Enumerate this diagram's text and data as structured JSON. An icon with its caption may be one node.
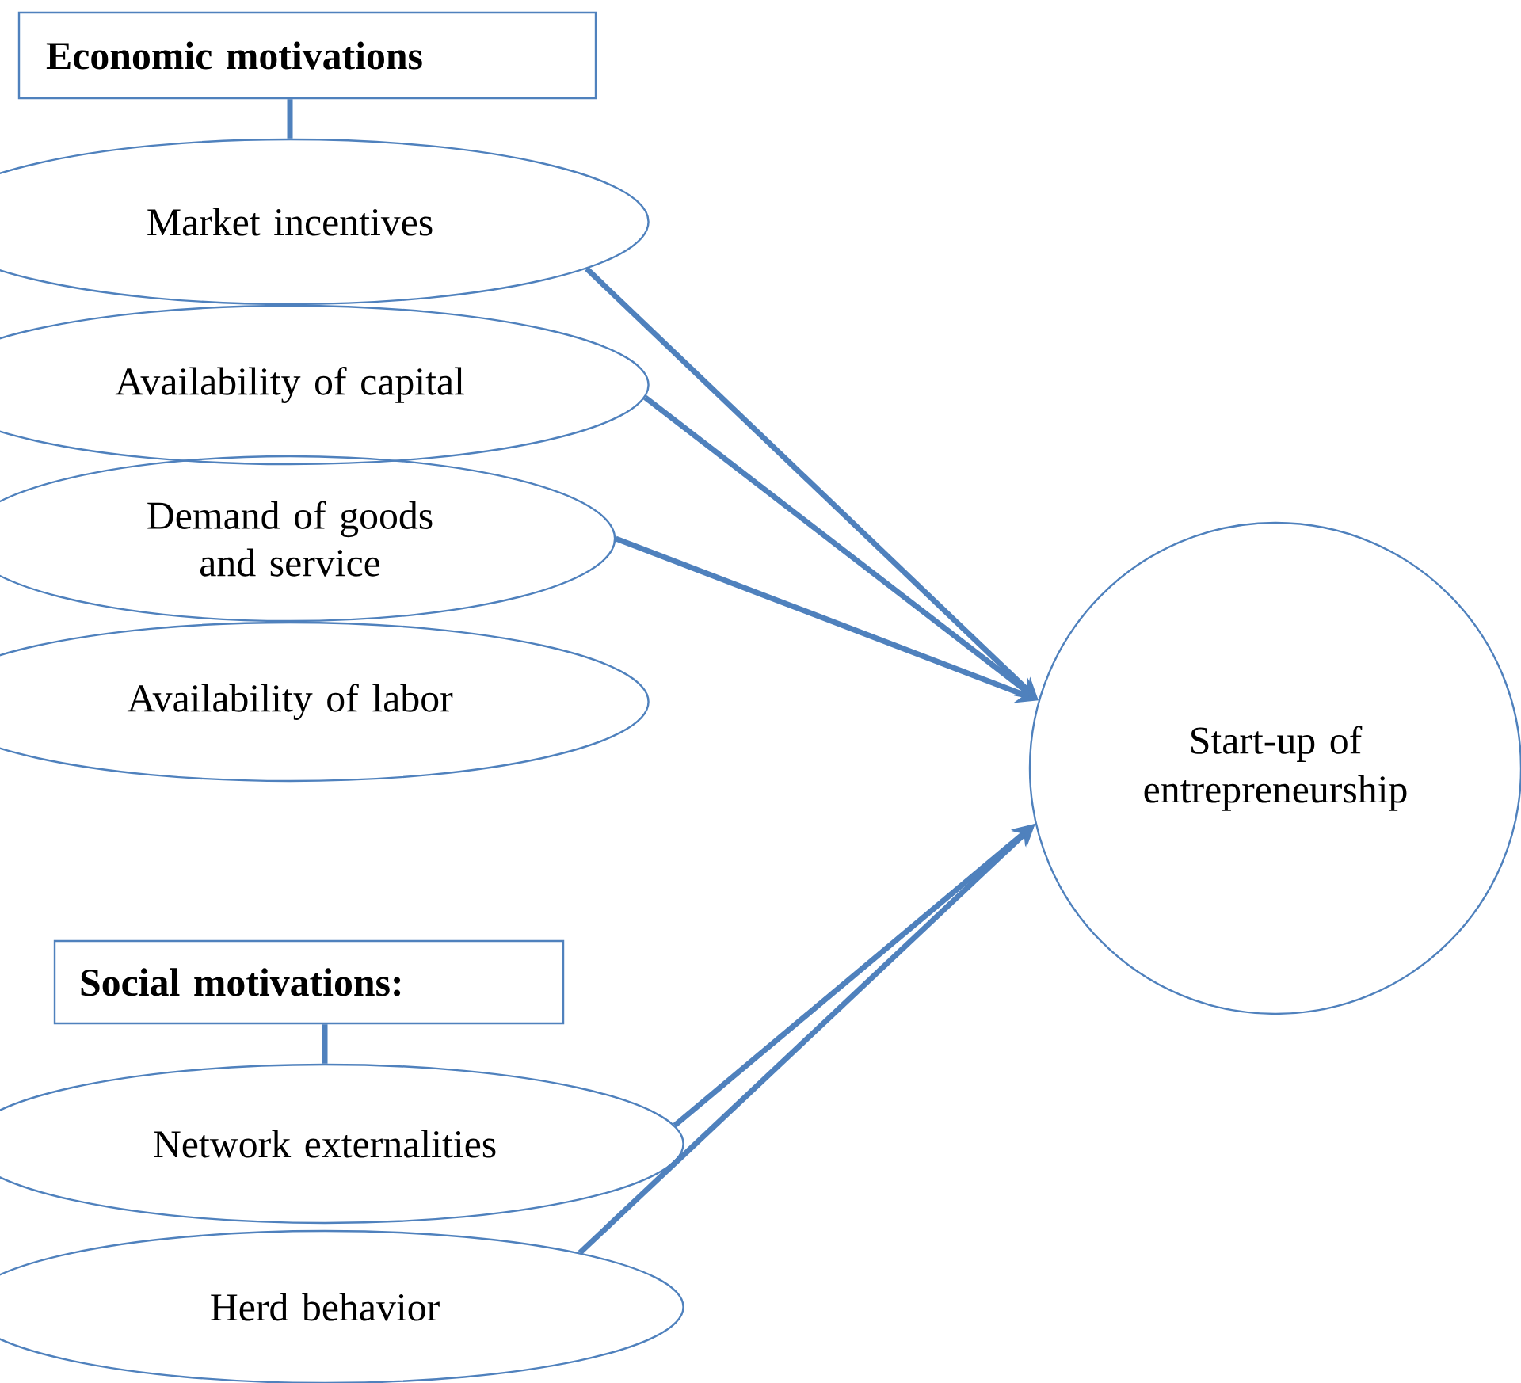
{
  "diagram": {
    "nodes": [
      {
        "text": [
          "Economic motivations"
        ]
      },
      {
        "text": [
          "Market incentives"
        ]
      },
      {
        "text": [
          "Availability of capital"
        ]
      },
      {
        "text": [
          "Demand of goods and service"
        ]
      },
      {
        "text": [
          "Availability of labor"
        ]
      },
      {
        "text": [
          "Start-up of entrepreneurship"
        ]
      },
      {
        "text": [
          "Social motivations:"
        ]
      },
      {
        "text": [
          "Network externalities"
        ]
      },
      {
        "text": [
          "Herd behavior"
        ]
      }
    ],
    "edges": [
      {
        "from": 0,
        "to": 1,
        "arrow": "none"
      },
      {
        "from": 1,
        "to": 5,
        "arrow": "to"
      },
      {
        "from": 2,
        "to": 5,
        "arrow": "to"
      },
      {
        "from": 3,
        "to": 5,
        "arrow": "to"
      },
      {
        "from": 6,
        "to": 7,
        "arrow": "none"
      },
      {
        "from": 7,
        "to": 5,
        "arrow": "to"
      },
      {
        "from": 8,
        "to": 5,
        "arrow": "to"
      }
    ]
  }
}
